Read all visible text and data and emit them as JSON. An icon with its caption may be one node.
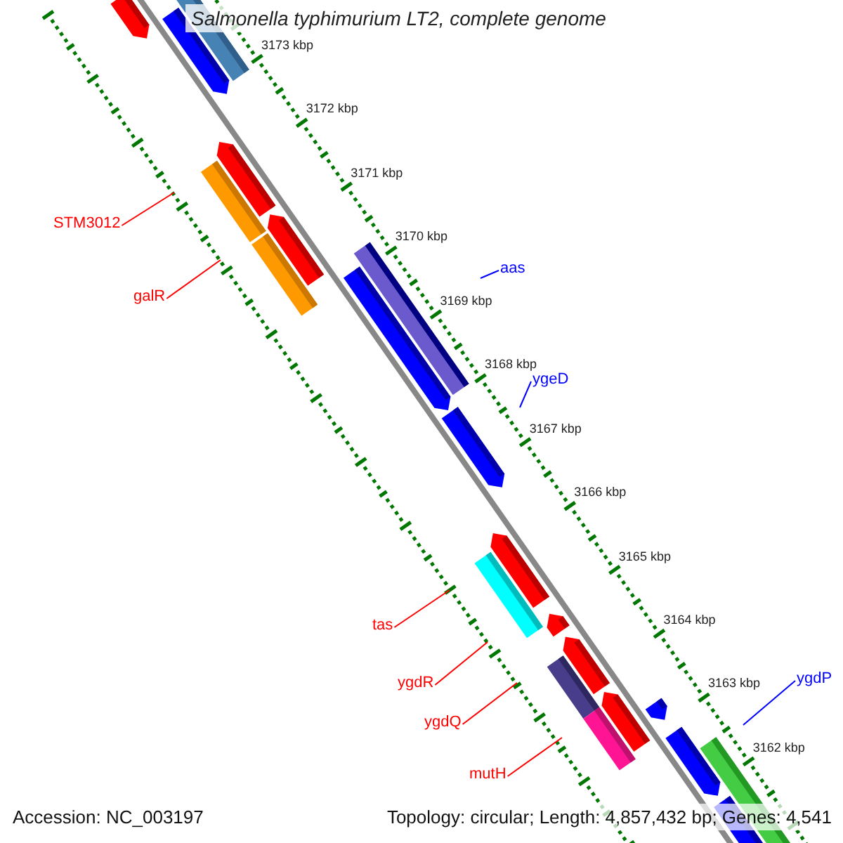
{
  "diagram": {
    "title": "Salmonella typhimurium LT2, complete genome",
    "nodes": [
      {
        "text": [
          "STM3012"
        ]
      },
      {
        "text": [
          "galR"
        ]
      },
      {
        "text": [
          "aas"
        ]
      },
      {
        "text": [
          "ygeD"
        ]
      },
      {
        "text": [
          "tas"
        ]
      },
      {
        "text": [
          "ygdR"
        ]
      },
      {
        "text": [
          "ygdQ"
        ]
      },
      {
        "text": [
          "mutH"
        ]
      },
      {
        "text": [
          "ygdP"
        ]
      }
    ],
    "edges": [
      {
        "from": 0,
        "to": null,
        "arrow": "none"
      },
      {
        "from": 1,
        "to": null,
        "arrow": "none"
      },
      {
        "from": 2,
        "to": null,
        "arrow": "none",
        "color": "#0000ff"
      },
      {
        "from": 3,
        "to": null,
        "arrow": "none",
        "color": "#0000ff"
      },
      {
        "from": 4,
        "to": null,
        "arrow": "none"
      },
      {
        "from": 5,
        "to": null,
        "arrow": "none"
      },
      {
        "from": 6,
        "to": null,
        "arrow": "none"
      },
      {
        "from": 7,
        "to": null,
        "arrow": "none"
      },
      {
        "from": 8,
        "to": null,
        "arrow": "none",
        "color": "#0000ff"
      }
    ],
    "labels": [
      "3173 kbp",
      "3172 kbp",
      "3171 kbp",
      "3170 kbp",
      "3169 kbp",
      "3168 kbp",
      "3167 kbp",
      "3166 kbp",
      "3165 kbp",
      "3164 kbp",
      "3163 kbp",
      "3162 kbp",
      "Accession: NC_003197",
      "Topology: circular; Length: 4,857,432 bp; Genes: 4,541"
    ]
  }
}
